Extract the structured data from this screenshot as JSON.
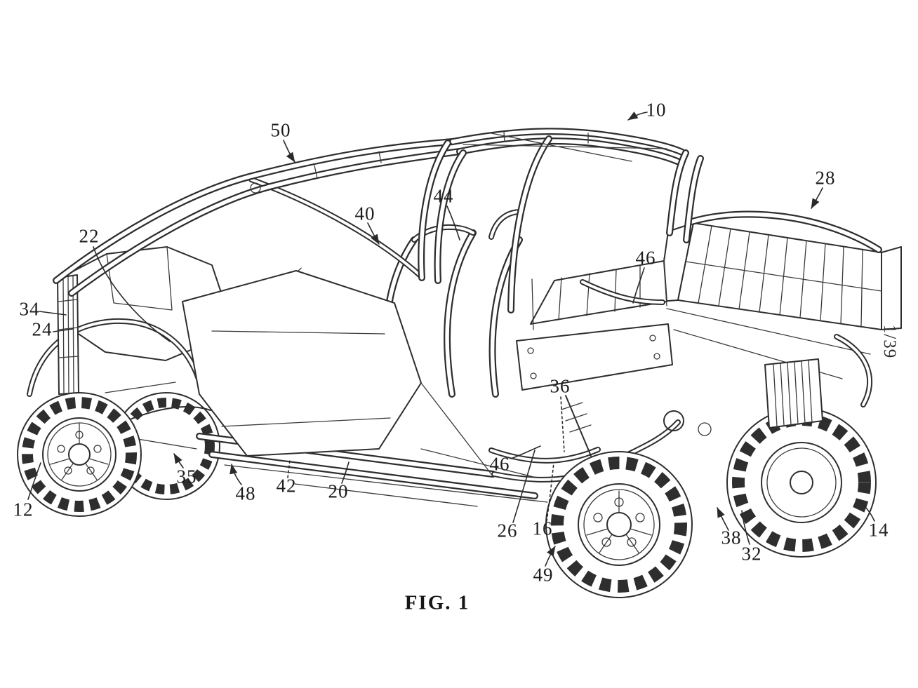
{
  "figure": {
    "caption": "FIG. 1",
    "sheet_indicator": "1/39"
  },
  "colors": {
    "ink": "#2e2e2e",
    "background": "#ffffff"
  },
  "reference_labels": [
    {
      "num": "10"
    },
    {
      "num": "50"
    },
    {
      "num": "28"
    },
    {
      "num": "22"
    },
    {
      "num": "40"
    },
    {
      "num": "44"
    },
    {
      "num": "46"
    },
    {
      "num": "34"
    },
    {
      "num": "24"
    },
    {
      "num": "36"
    },
    {
      "num": "46"
    },
    {
      "num": "12"
    },
    {
      "num": "35"
    },
    {
      "num": "48"
    },
    {
      "num": "42"
    },
    {
      "num": "20"
    },
    {
      "num": "26"
    },
    {
      "num": "16"
    },
    {
      "num": "49"
    },
    {
      "num": "38"
    },
    {
      "num": "32"
    },
    {
      "num": "14"
    }
  ]
}
